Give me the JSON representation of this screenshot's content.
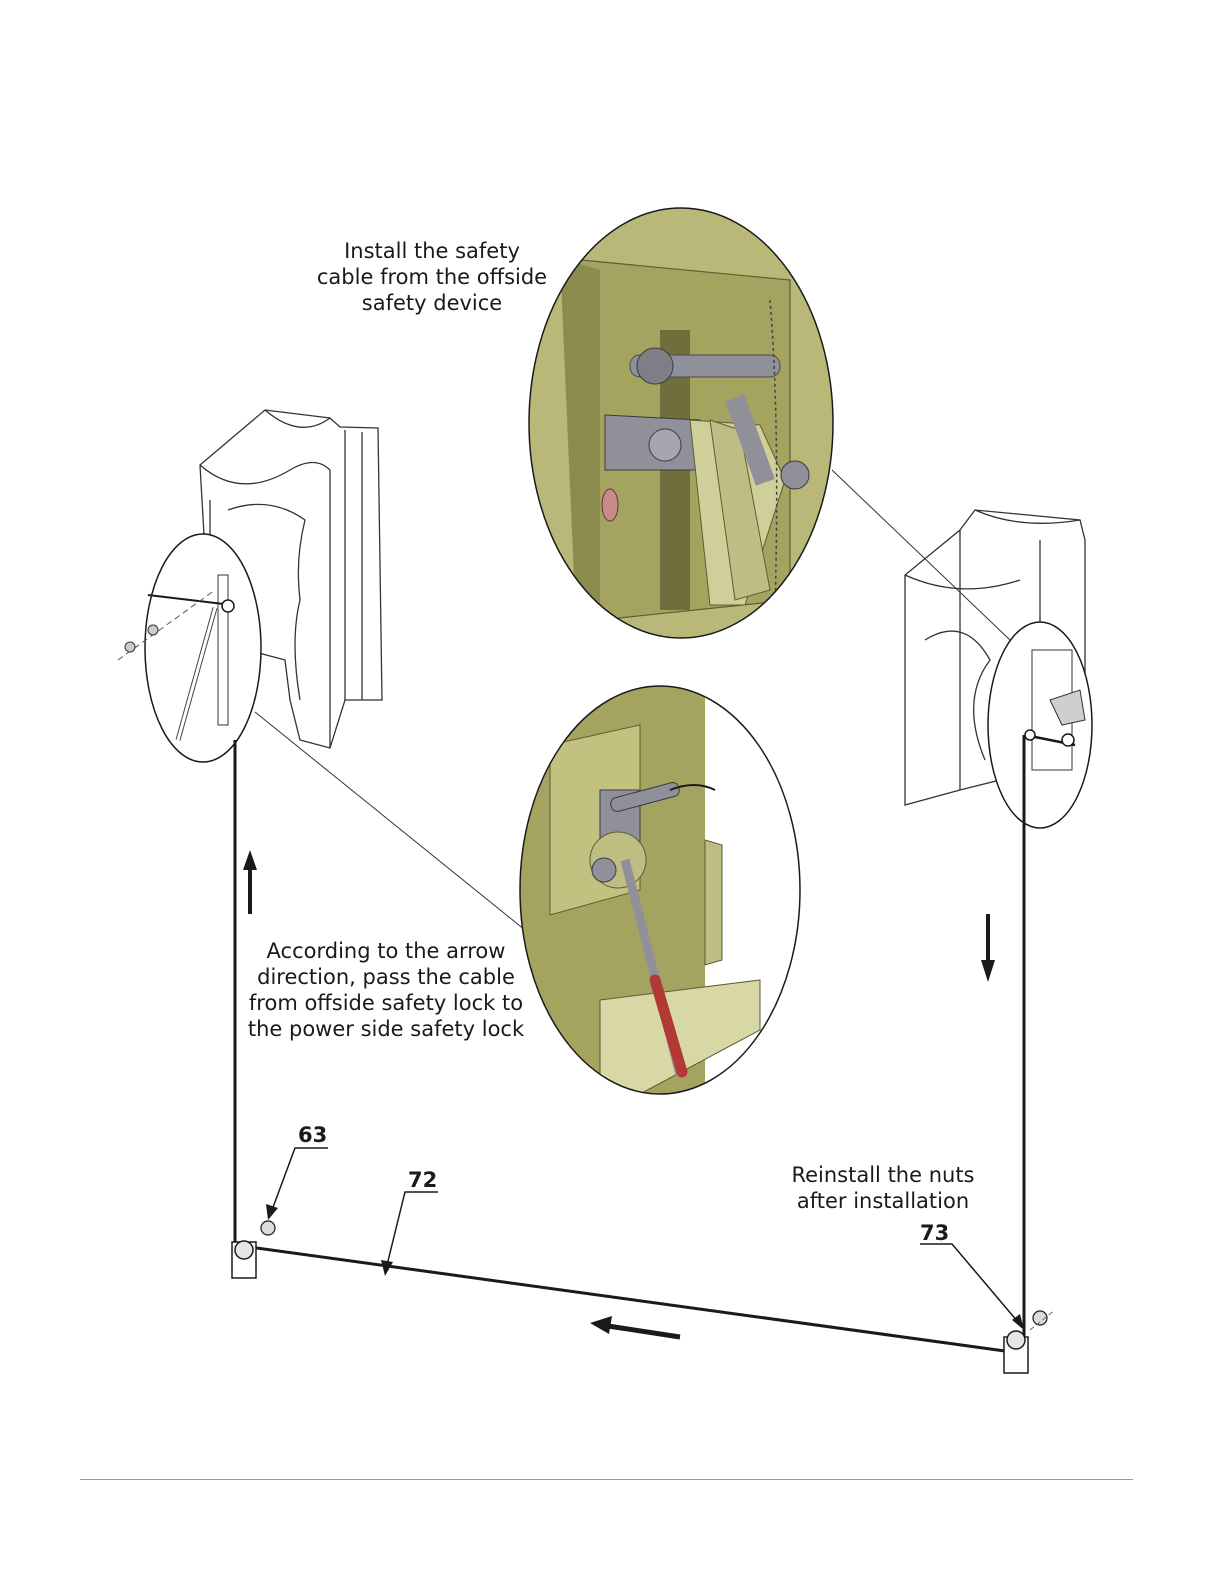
{
  "callouts": {
    "install_cable": [
      "Install the safety",
      "cable from the offside",
      "safety device"
    ],
    "arrow_direction": [
      "According to the arrow",
      "direction, pass the cable",
      "from offside safety lock to",
      "the power side safety lock"
    ],
    "reinstall_nuts": [
      "Reinstall the nuts",
      "after installation"
    ]
  },
  "part_numbers": {
    "left_nut": "63",
    "cable": "72",
    "right_pulley": "73"
  },
  "colors": {
    "detail_fill": "#a4a35f",
    "detail_light": "#c9c88a",
    "steel": "#8e8f96",
    "handle_red": "#b23a36",
    "line": "#1a1a1a"
  }
}
